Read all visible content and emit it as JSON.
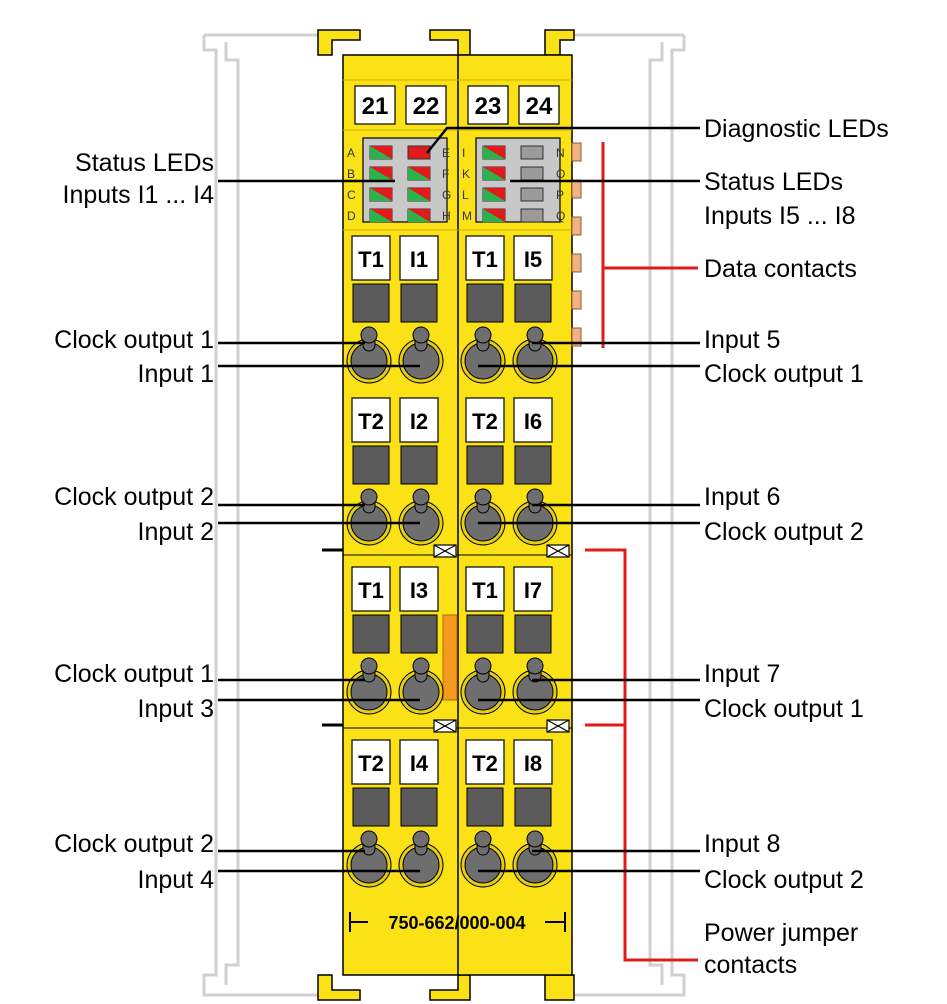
{
  "terminal_numbers": [
    "21",
    "22",
    "23",
    "24"
  ],
  "led_letters_left": [
    "A",
    "B",
    "C",
    "D"
  ],
  "led_letters_mid": [
    "E",
    "F",
    "G",
    "H"
  ],
  "led_letters_mid2": [
    "I",
    "K",
    "L",
    "M"
  ],
  "led_letters_right": [
    "N",
    "O",
    "P",
    "Q"
  ],
  "slot_labels": {
    "row1": [
      "T1",
      "I1",
      "T1",
      "I5"
    ],
    "row2": [
      "T2",
      "I2",
      "T2",
      "I6"
    ],
    "row3": [
      "T1",
      "I3",
      "T1",
      "I7"
    ],
    "row4": [
      "T2",
      "I4",
      "T2",
      "I8"
    ]
  },
  "part_number": "750-662/000-004",
  "callouts_left": {
    "status_leds_line1": "Status LEDs",
    "status_leds_line2": "Inputs I1 ... I4",
    "c1": "Clock output 1",
    "i1": "Input 1",
    "c2": "Clock output 2",
    "i2": "Input 2",
    "c3": "Clock output 1",
    "i3": "Input 3",
    "c4": "Clock output 2",
    "i4": "Input 4"
  },
  "callouts_right": {
    "diag_leds": "Diagnostic LEDs",
    "status_leds_line1": "Status LEDs",
    "status_leds_line2": "Inputs I5 ... I8",
    "data_contacts": "Data contacts",
    "i5": "Input 5",
    "c5": "Clock output 1",
    "i6": "Input 6",
    "c6": "Clock output 2",
    "i7": "Input 7",
    "c7": "Clock output 1",
    "i8": "Input 8",
    "c8": "Clock output 2",
    "power_line1": "Power jumper",
    "power_line2": "contacts"
  },
  "colors": {
    "module_yellow": "#fbe216",
    "outline_gray": "#d0d0d0",
    "accent_red": "#e11b1b",
    "orange": "#f39a1f",
    "contact_peach": "#f4b183"
  }
}
